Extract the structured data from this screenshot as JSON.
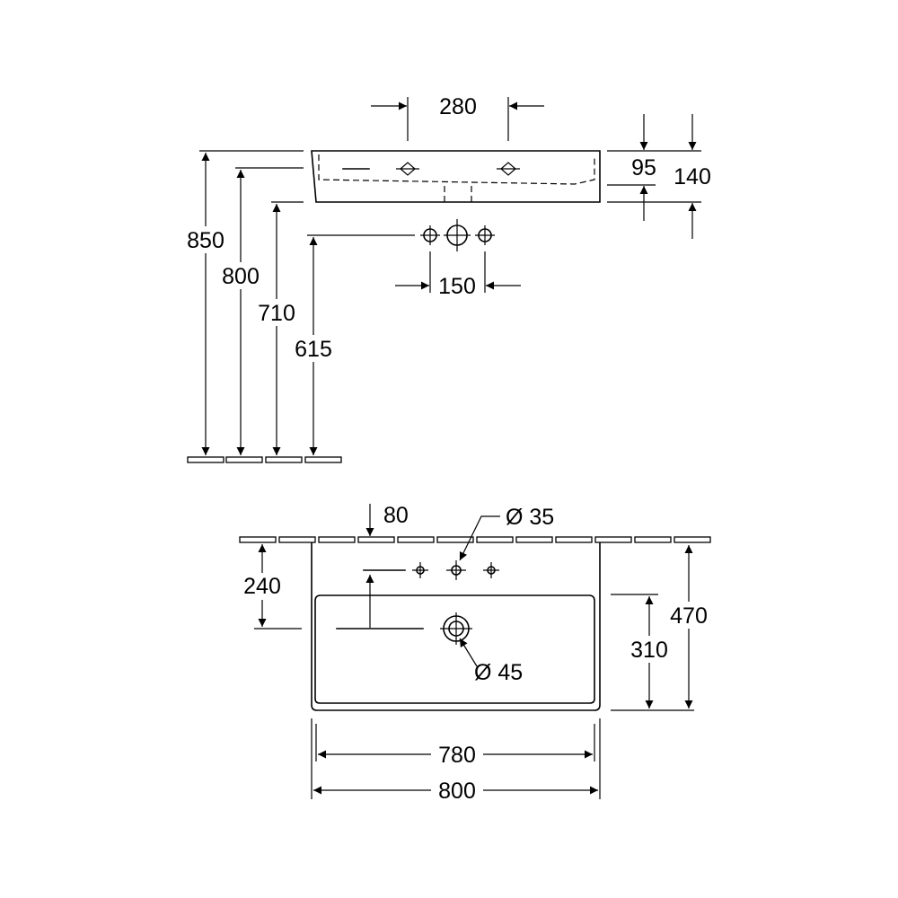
{
  "side_view": {
    "dims": {
      "hole_spacing_top": "280",
      "rim_height": "95",
      "basin_depth": "140",
      "tap_spacing": "150",
      "rim_from_floor": "850",
      "basin_from_floor": "800",
      "bottom_from_floor": "710",
      "waste_from_floor": "615"
    }
  },
  "top_view": {
    "dims": {
      "wall_to_holes": "80",
      "tap_hole_diameter": "Ø 35",
      "holes_to_waste": "240",
      "overall_depth": "470",
      "bowl_depth": "310",
      "waste_diameter": "Ø 45",
      "inner_width": "780",
      "overall_width": "800"
    }
  }
}
